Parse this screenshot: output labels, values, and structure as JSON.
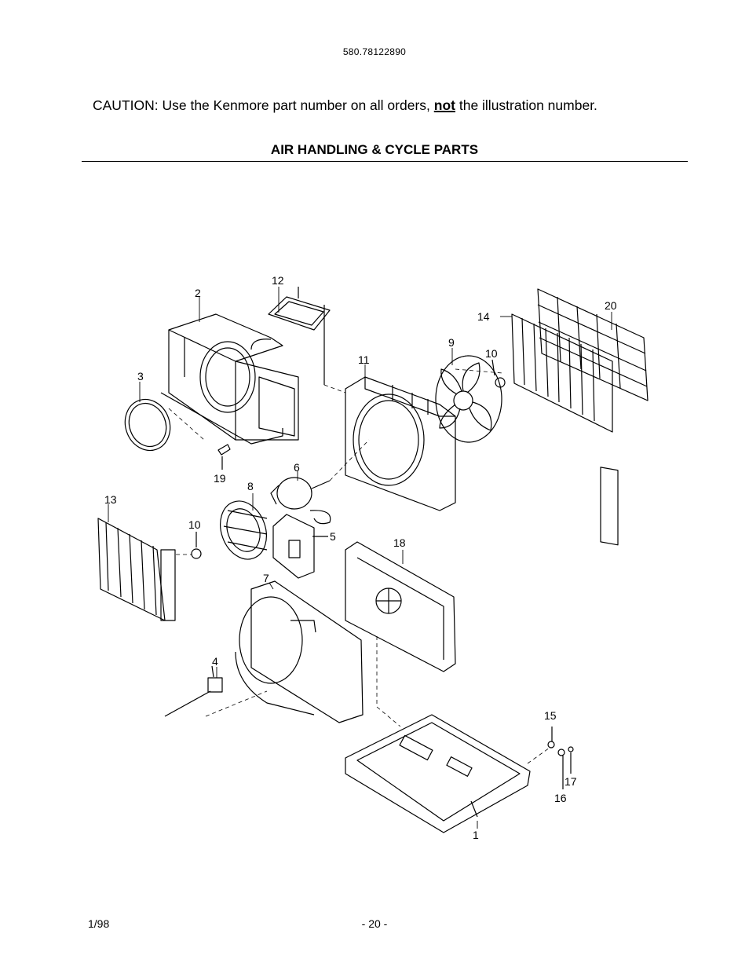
{
  "header": {
    "model_number": "580.78122890",
    "caution_prefix": "CAUTION: Use the Kenmore part number on all orders, ",
    "caution_emphasis": "not",
    "caution_suffix": " the illustration number.",
    "section_title": "AIR HANDLING & CYCLE PARTS"
  },
  "diagram": {
    "callouts": {
      "c1": "1",
      "c2": "2",
      "c3": "3",
      "c4": "4",
      "c5": "5",
      "c6": "6",
      "c7": "7",
      "c8": "8",
      "c9": "9",
      "c10a": "10",
      "c10b": "10",
      "c11": "11",
      "c12": "12",
      "c13": "13",
      "c14": "14",
      "c15": "15",
      "c16": "16",
      "c17": "17",
      "c18": "18",
      "c19": "19",
      "c20": "20"
    }
  },
  "footer": {
    "date": "1/98",
    "page": "- 20 -"
  }
}
